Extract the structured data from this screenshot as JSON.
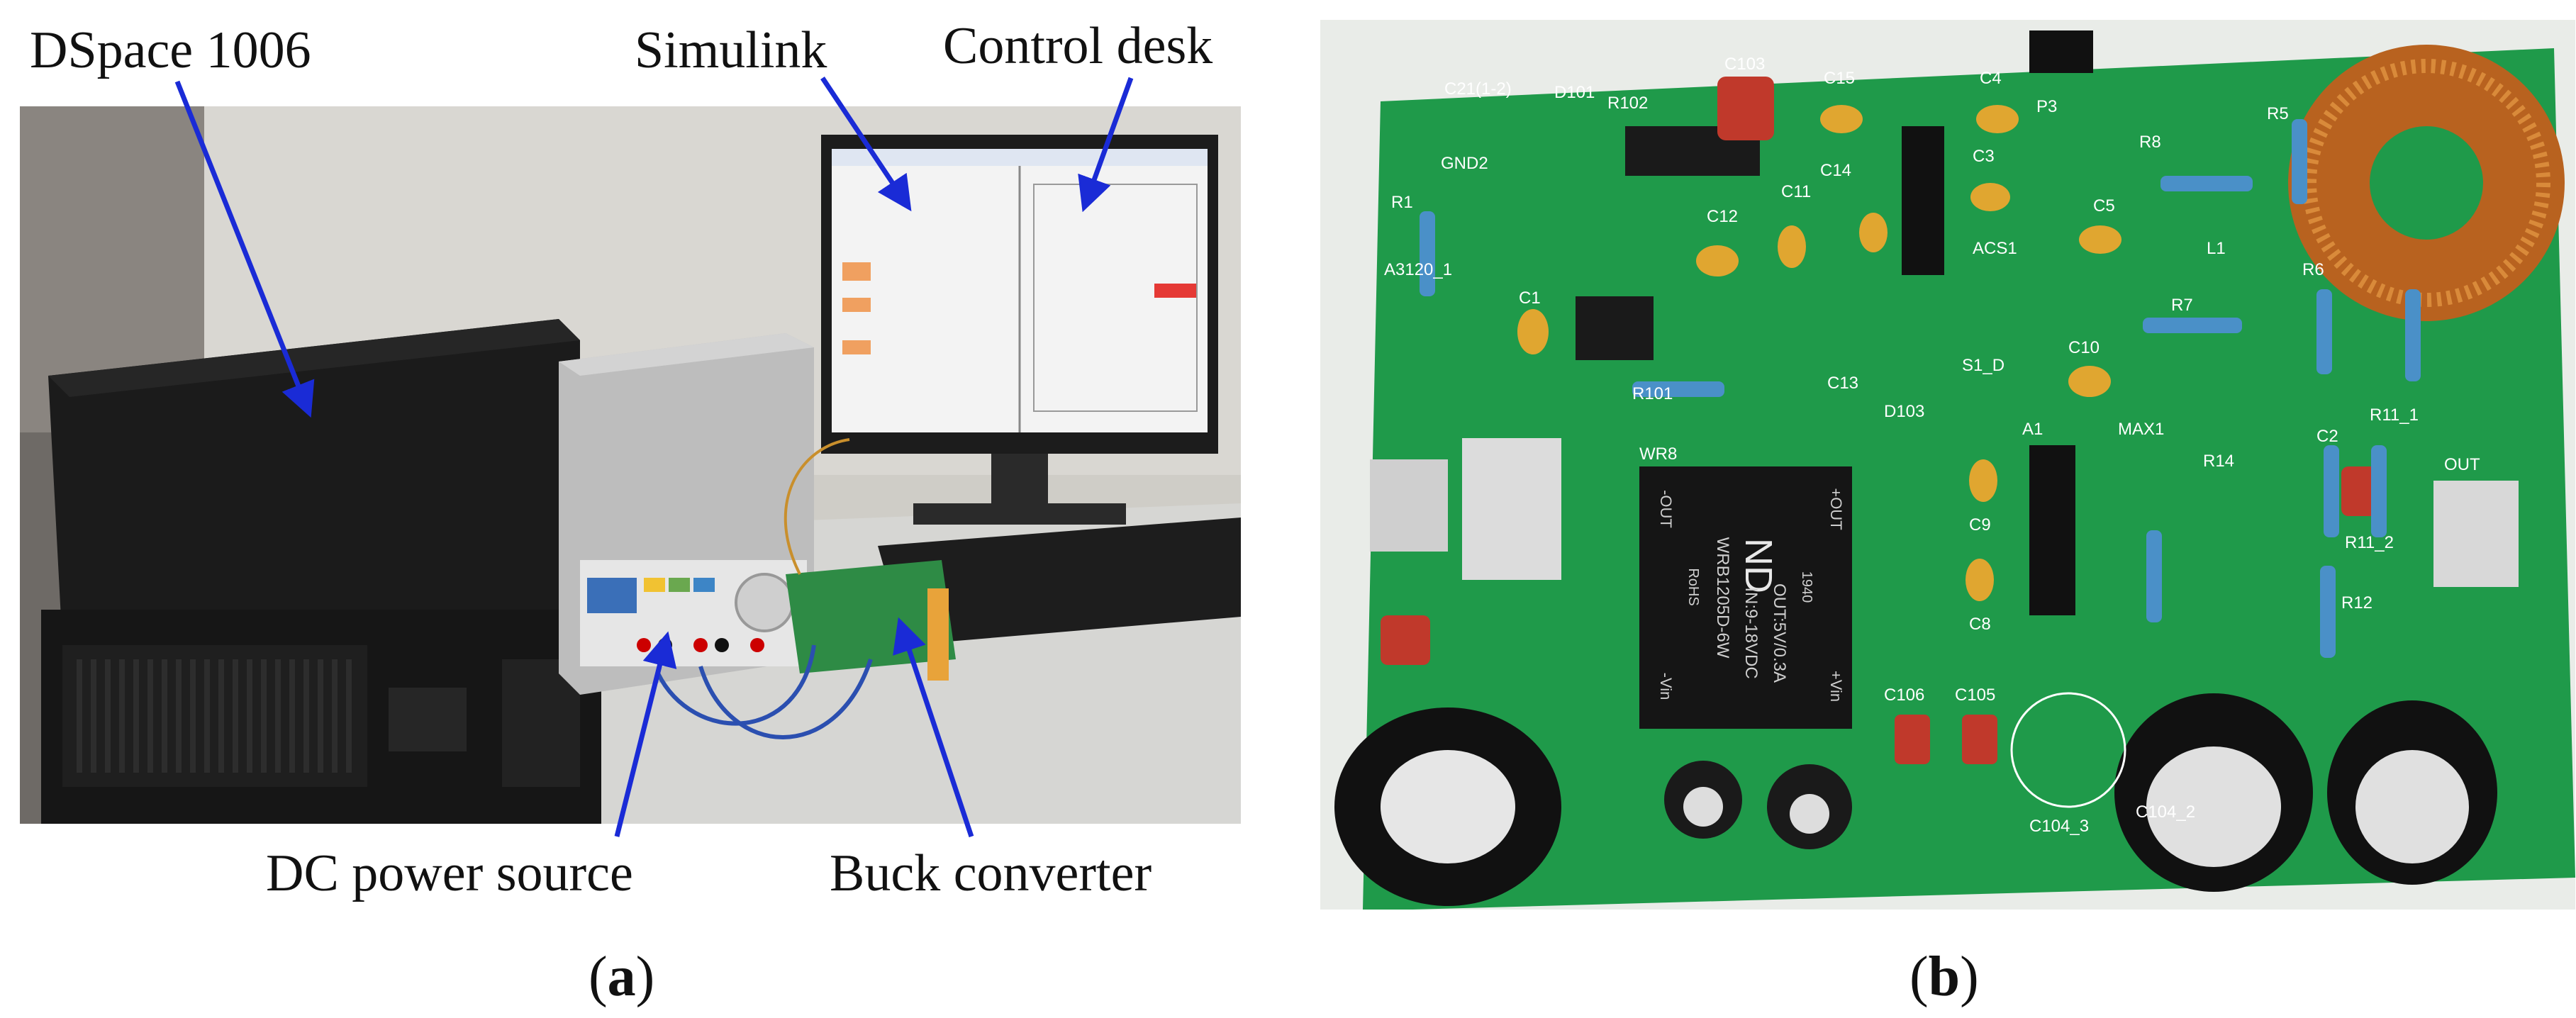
{
  "figure": {
    "panel_a": {
      "label_letter": "a",
      "callouts": {
        "dspace": "DSpace 1006",
        "simulink": "Simulink",
        "control_desk": "Control desk",
        "dc_power_source": "DC power source",
        "buck_converter": "Buck converter"
      }
    },
    "panel_b": {
      "label_letter": "b",
      "pcb": {
        "silkscreen": [
          "C21(1-2)",
          "D101",
          "R102",
          "C103",
          "C15",
          "C4",
          "P3",
          "R5",
          "GND2",
          "R1",
          "C12",
          "C11",
          "C14",
          "C3",
          "R8",
          "A3120_1",
          "C1",
          "C5",
          "L1",
          "R6",
          "C13",
          "ACS1",
          "R7",
          "D103",
          "S1_D",
          "C10",
          "R101",
          "WR8",
          "A1",
          "MAX1",
          "R14",
          "C2",
          "R11_1",
          "OUT",
          "R11_2",
          "R12",
          "C9",
          "C8",
          "C106",
          "C105",
          "C104_3",
          "C104_2"
        ],
        "dcdc_module_text": [
          "ND",
          "WRB1205D-6W",
          "IN:9-18VDC",
          "OUT:5V/0.3A",
          "RoHS",
          "1940",
          "-OUT",
          "+OUT",
          "-Vin",
          "+Vin"
        ]
      }
    }
  },
  "colors": {
    "arrow": "#1a2bd6",
    "pcb_green": "#1f9a4a",
    "monitor_screen": "#f3f3f3",
    "case_black": "#141414"
  }
}
